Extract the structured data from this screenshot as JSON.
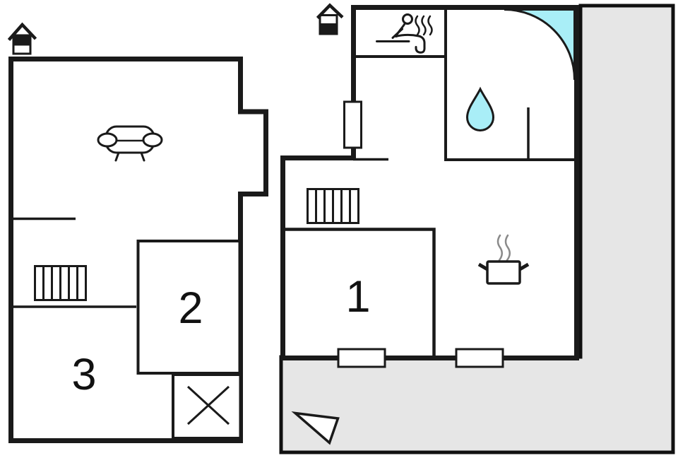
{
  "page": {
    "type": "floor-plan",
    "description": "Two-storey holiday house floor plan with terrace"
  },
  "colors": {
    "wall": "#1a1a1a",
    "terrace": "#e6e6e6",
    "water": "#a9eef7",
    "steam": "#8a8a8a",
    "paper": "#ffffff"
  },
  "rooms": {
    "room1": "1",
    "room2": "2",
    "room3": "3"
  },
  "icons": [
    "upper-floor-house-icon",
    "ground-floor-house-icon",
    "sofa-icon",
    "radiator-icon (x2)",
    "sauna-person-icon",
    "corner-bathtub",
    "water-drop-icon",
    "cooking-pot-icon",
    "crossed-box-stairs",
    "north-arrow-icon",
    "window-opening (x3)"
  ]
}
